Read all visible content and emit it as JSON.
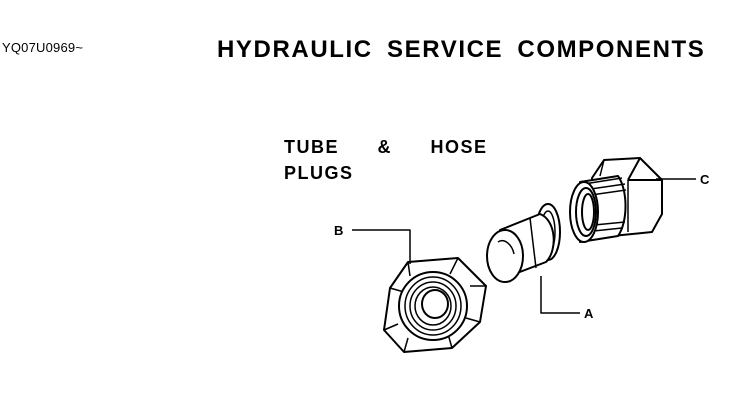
{
  "header": {
    "doc_id": "YQ07U0969~",
    "title": "HYDRAULIC SERVICE COMPONENTS"
  },
  "section": {
    "title_line1": "TUBE & HOSE",
    "title_line2": "PLUGS"
  },
  "diagram": {
    "callouts": {
      "a": "A",
      "b": "B",
      "c": "C"
    },
    "parts": [
      "tube-plug",
      "hex-nut",
      "fitting-plug"
    ],
    "stroke_color": "#000000",
    "fill_color": "#ffffff"
  }
}
